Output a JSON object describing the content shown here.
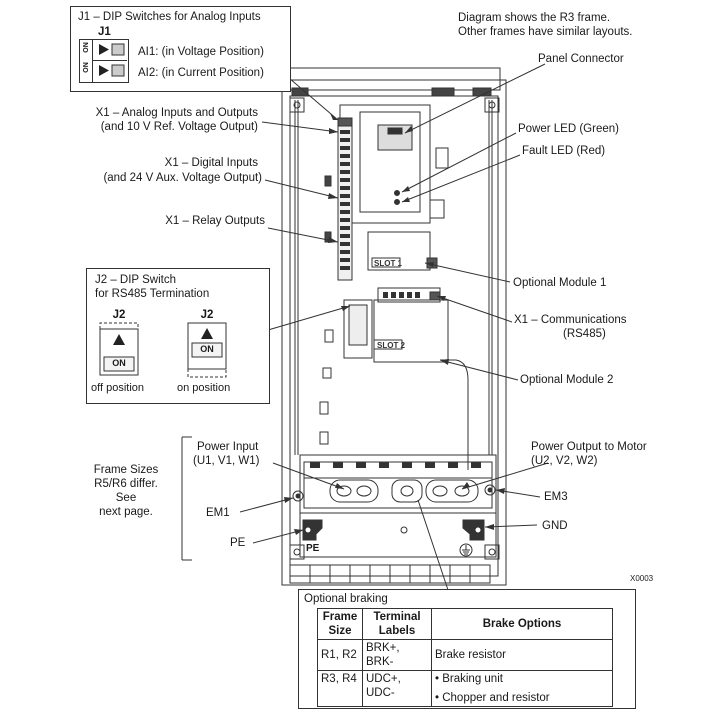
{
  "header_note": {
    "line1": "Diagram shows the R3 frame.",
    "line2": "Other frames have similar layouts."
  },
  "j1": {
    "title": "J1 – DIP Switches for Analog Inputs",
    "subtitle": "J1",
    "on_label": "ON",
    "ai1": "AI1: (in Voltage Position)",
    "ai2": "AI2: (in Current Position)"
  },
  "labels": {
    "x1_analog_l1": "X1 – Analog Inputs and Outputs",
    "x1_analog_l2": "(and 10 V Ref. Voltage Output)",
    "x1_digital_l1": "X1 – Digital Inputs",
    "x1_digital_l2": "(and 24 V Aux. Voltage Output)",
    "x1_relay": "X1 – Relay Outputs",
    "panel_connector": "Panel Connector",
    "power_led": "Power LED (Green)",
    "fault_led": "Fault LED (Red)",
    "optional_module_1": "Optional Module 1",
    "x1_comm_l1": "X1 – Communications",
    "x1_comm_l2": "(RS485)",
    "optional_module_2": "Optional Module 2",
    "power_input_l1": "Power Input",
    "power_input_l2": "(U1, V1, W1)",
    "power_output_l1": "Power Output to Motor",
    "power_output_l2": "(U2, V2, W2)",
    "frame_sizes_l1": "Frame Sizes",
    "frame_sizes_l2": "R5/R6 differ.",
    "frame_sizes_l3": "See",
    "frame_sizes_l4": "next page.",
    "em1": "EM1",
    "em3": "EM3",
    "gnd": "GND",
    "pe": "PE",
    "pe_mark": "PE",
    "slot1": "SLOT 1",
    "slot2": "SLOT 2",
    "figure_code": "X0003"
  },
  "j2": {
    "title_l1": "J2 – DIP Switch",
    "title_l2": "for RS485 Termination",
    "switch_label": "J2",
    "on_label": "ON",
    "off_caption": "off position",
    "on_caption": "on position"
  },
  "braking": {
    "title": "Optional braking",
    "headers": {
      "frame_l1": "Frame",
      "frame_l2": "Size",
      "terminal_l1": "Terminal",
      "terminal_l2": "Labels",
      "options": "Brake Options"
    },
    "rows": [
      {
        "frame": "R1, R2",
        "terminal": "BRK+, BRK-",
        "option": "Brake resistor"
      },
      {
        "frame": "R3, R4",
        "terminal": "UDC+, UDC-",
        "option": "•   Braking unit"
      },
      {
        "frame": "",
        "terminal": "",
        "option": "•   Chopper and resistor"
      }
    ]
  }
}
